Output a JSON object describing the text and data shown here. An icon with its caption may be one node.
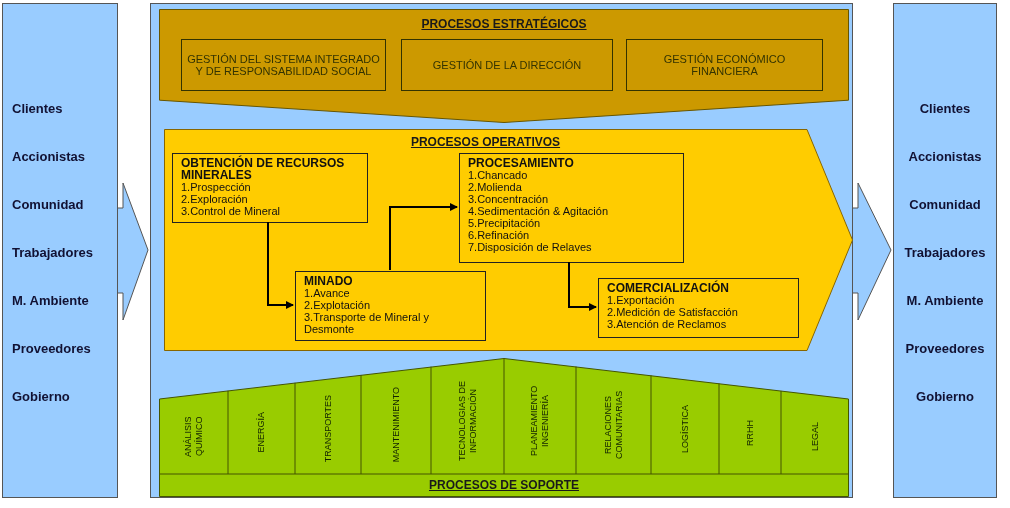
{
  "diagram": {
    "nodes": [
      {
        "text": [
          "Clientes",
          "Accionistas",
          "Comunidad",
          "Trabajadores",
          "M. Ambiente",
          "Proveedores",
          "Gobierno"
        ]
      },
      {
        "text": [],
        "shape": "box"
      },
      {
        "text": [
          "PROCESOS ESTRATÉGICOS"
        ],
        "in": 1
      },
      {
        "text": [
          "GESTIÓN DEL SISTEMA INTEGRADO Y DE RESPONSABILIDAD SOCIAL"
        ],
        "in": 2
      },
      {
        "text": [
          "GESTIÓN DE LA DIRECCIÓN"
        ],
        "in": 2
      },
      {
        "text": [
          "GESTIÓN ECONÓMICO FINANCIERA"
        ],
        "in": 2
      },
      {
        "text": [
          "PROCESOS OPERATIVOS"
        ],
        "in": 1
      },
      {
        "text": [
          "OBTENCIÓN DE RECURSOS MINERALES",
          "1.Prospección",
          "2.Exploración",
          "3.Control de Mineral"
        ],
        "in": 6
      },
      {
        "text": [
          "MINADO",
          "1.Avance",
          "2.Explotación",
          "3.Transporte de Mineral y Desmonte"
        ],
        "in": 6
      },
      {
        "text": [
          "PROCESAMIENTO",
          "1.Chancado",
          "2.Molienda",
          "3.Concentración",
          "4.Sedimentación & Agitación",
          "5.Precipitación",
          "6.Refinación",
          "7.Disposición de Relaves"
        ],
        "in": 6
      },
      {
        "text": [
          "COMERCIALIZACIÓN",
          "1.Exportación",
          "2.Medición de Satisfacción",
          "3.Atención de Reclamos"
        ],
        "in": 6
      },
      {
        "text": [
          "PROCESOS DE SOPORTE"
        ],
        "in": 1
      },
      {
        "text": [
          "ANÁLISIS QUÍMICO"
        ],
        "in": 11
      },
      {
        "text": [
          "ENERGÍA"
        ],
        "in": 11
      },
      {
        "text": [
          "TRANSPORTES"
        ],
        "in": 11
      },
      {
        "text": [
          "MANTENIMIENTO"
        ],
        "in": 11
      },
      {
        "text": [
          "TECNOLOGIAS DE INFORMACIÓN"
        ],
        "in": 11
      },
      {
        "text": [
          "PLANEAMIENTO INGENIERÍA"
        ],
        "in": 11
      },
      {
        "text": [
          "RELACIONES COMUNITARIAS"
        ],
        "in": 11
      },
      {
        "text": [
          "LOGÍSTICA"
        ],
        "in": 11
      },
      {
        "text": [
          "RRHH"
        ],
        "in": 11
      },
      {
        "text": [
          "LEGAL"
        ],
        "in": 11
      },
      {
        "text": [
          "Clientes",
          "Accionistas",
          "Comunidad",
          "Trabajadores",
          "M. Ambiente",
          "Proveedores",
          "Gobierno"
        ]
      }
    ],
    "edges": [
      {
        "from": 0,
        "to": 1,
        "arrow": "to",
        "style": "thick"
      },
      {
        "from": 1,
        "to": 22,
        "arrow": "to",
        "style": "thick"
      },
      {
        "from": 7,
        "to": 8,
        "arrow": "to"
      },
      {
        "from": 8,
        "to": 9,
        "arrow": "to"
      },
      {
        "from": 9,
        "to": 10,
        "arrow": "to"
      }
    ]
  }
}
